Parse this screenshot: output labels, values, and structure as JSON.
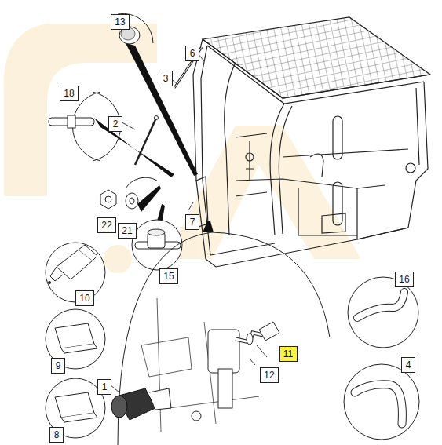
{
  "diagram": {
    "nodes": [
      {
        "text": [
          "13"
        ]
      },
      {
        "text": [
          "6"
        ]
      },
      {
        "text": [
          "3"
        ]
      },
      {
        "text": [
          "18"
        ]
      },
      {
        "text": [
          "2"
        ]
      },
      {
        "text": [
          "7"
        ]
      },
      {
        "text": [
          "22"
        ]
      },
      {
        "text": [
          "21"
        ]
      },
      {
        "text": [
          "15"
        ]
      },
      {
        "text": [
          "16"
        ]
      },
      {
        "text": [
          "10"
        ]
      },
      {
        "text": [
          "11"
        ]
      },
      {
        "text": [
          "4"
        ]
      },
      {
        "text": [
          "9"
        ]
      },
      {
        "text": [
          "12"
        ]
      },
      {
        "text": [
          "1"
        ]
      },
      {
        "text": [
          "8"
        ]
      }
    ]
  }
}
